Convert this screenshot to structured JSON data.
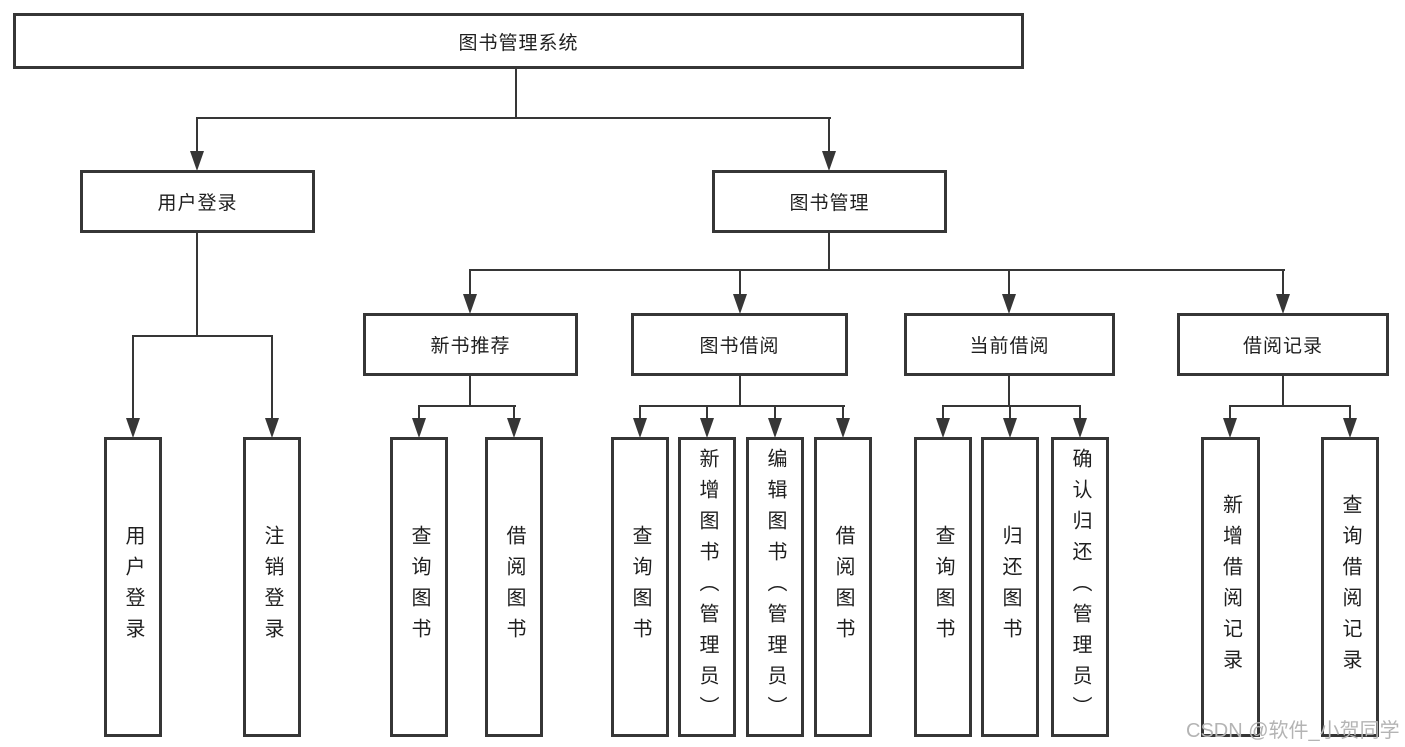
{
  "diagram": {
    "title": "图书管理系统",
    "tree": {
      "label": "图书管理系统",
      "children": [
        {
          "label": "用户登录",
          "children": [
            {
              "label": "用户登录"
            },
            {
              "label": "注销登录"
            }
          ]
        },
        {
          "label": "图书管理",
          "children": [
            {
              "label": "新书推荐",
              "children": [
                {
                  "label": "查询图书"
                },
                {
                  "label": "借阅图书"
                }
              ]
            },
            {
              "label": "图书借阅",
              "children": [
                {
                  "label": "查询图书"
                },
                {
                  "label": "新增图书（管理员）"
                },
                {
                  "label": "编辑图书（管理员）"
                },
                {
                  "label": "借阅图书"
                }
              ]
            },
            {
              "label": "当前借阅",
              "children": [
                {
                  "label": "查询图书"
                },
                {
                  "label": "归还图书"
                },
                {
                  "label": "确认归还（管理员）"
                }
              ]
            },
            {
              "label": "借阅记录",
              "children": [
                {
                  "label": "新增借阅记录"
                },
                {
                  "label": "查询借阅记录"
                }
              ]
            }
          ]
        }
      ]
    },
    "colors": {
      "line": "#363636",
      "box_border": "#363636",
      "box_background": "#ffffff",
      "text": "#1f1f1f",
      "watermark": "#b4b4b4",
      "page_background": "#ffffff"
    }
  },
  "watermark": {
    "text": "CSDN @软件_小贺同学"
  }
}
